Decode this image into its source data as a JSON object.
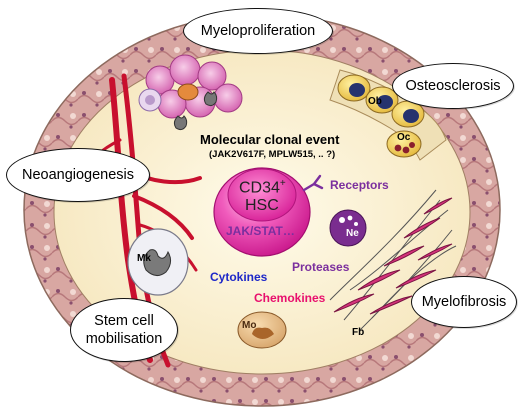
{
  "callouts": {
    "myeloproliferation": "Myeloproliferation",
    "osteosclerosis": "Osteosclerosis",
    "neoangiogenesis": "Neoangiogenesis",
    "myelofibrosis": "Myelofibrosis",
    "stem_cell_mobilisation": "Stem cell mobilisation"
  },
  "center": {
    "event_title": "Molecular clonal event",
    "event_subtitle": "(JAK2V617F, MPLW515, .. ?)",
    "hsc_label_cd34": "CD34",
    "hsc_label_sup": "+",
    "hsc_label_hsc": "HSC",
    "jak_stat": "JAK/STAT…"
  },
  "signals": {
    "receptors": "Receptors",
    "cytokines": "Cytokines",
    "proteases": "Proteases",
    "chemokines": "Chemokines"
  },
  "cells": {
    "ob": "Ob",
    "oc": "Oc",
    "ne": "Ne",
    "mk": "Mk",
    "mo": "Mo",
    "fb": "Fb"
  },
  "colors": {
    "marrow_bg": "#fbf2d4",
    "bone_ring": "#d9a9a4",
    "hsc_magenta": "#e0229a",
    "receptors_purple": "#7b2f9e",
    "cytokines_blue": "#1e28c8",
    "chemokines_pink": "#e8106e",
    "vessel_red": "#c8102e",
    "fibroblast_pink": "#d4337a"
  }
}
